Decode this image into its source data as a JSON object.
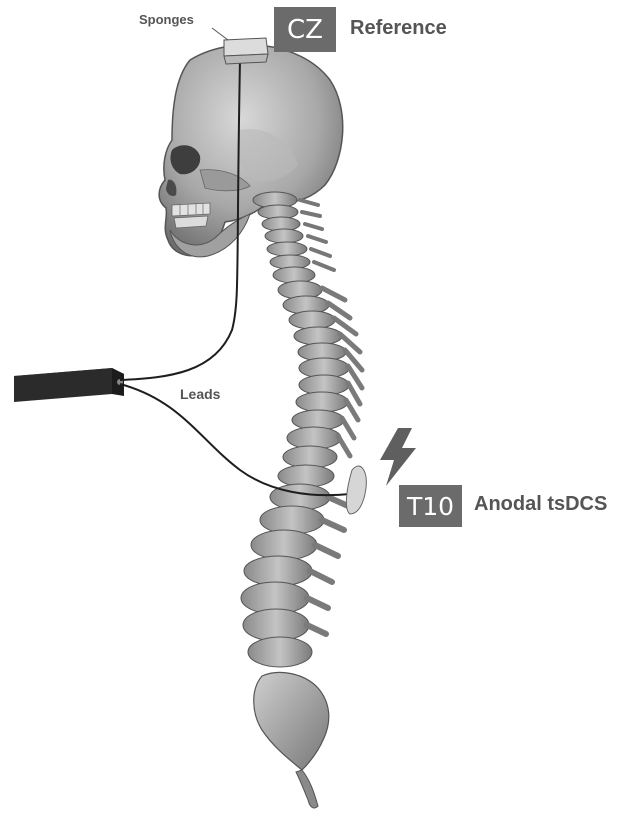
{
  "labels": {
    "sponges": "Sponges",
    "reference_electrode": "CZ",
    "reference_text": "Reference",
    "leads": "Leads",
    "anodal_electrode": "T10",
    "anodal_text": "Anodal tsDCS"
  },
  "icons": {
    "stimulation": "lightning-bolt-icon"
  },
  "colors": {
    "label_box": "#6b6b6b",
    "label_text": "#555555",
    "bone": "#a9a9a9",
    "bone_shadow": "#5a5a5a",
    "stimulator": "#2b2b2b",
    "sponge": "#dcdcdc"
  }
}
